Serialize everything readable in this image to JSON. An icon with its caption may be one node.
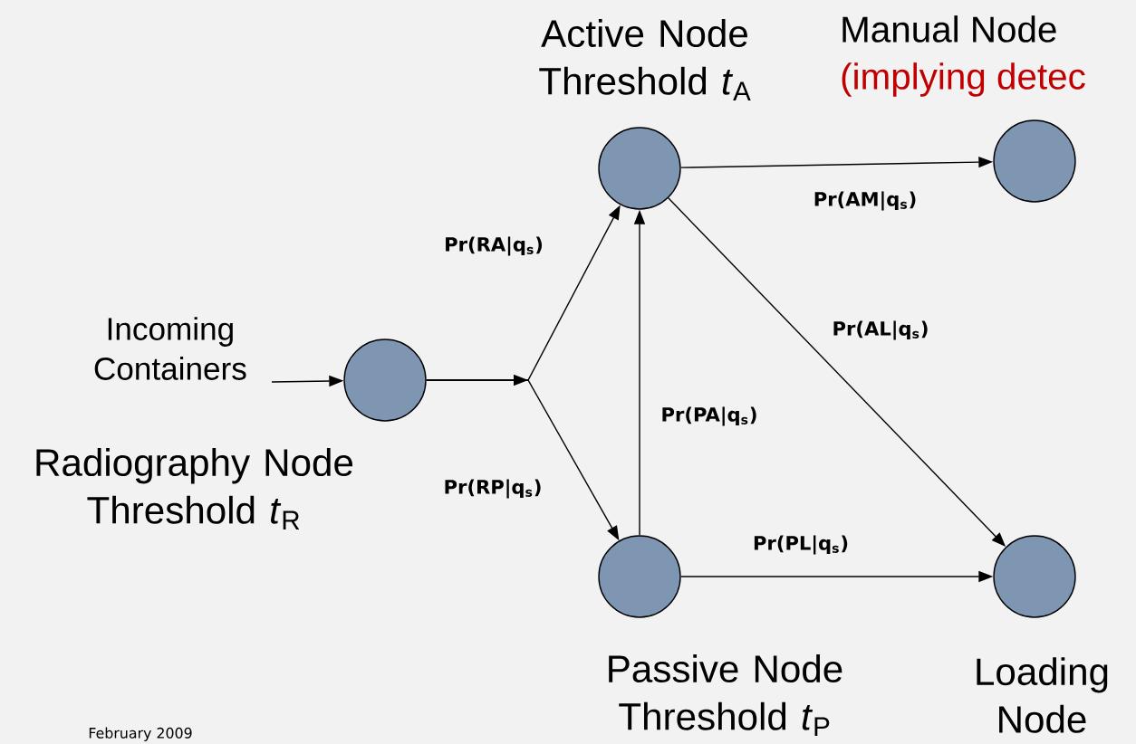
{
  "diagram": {
    "nodes": [
      {
        "text": [
          "Incoming Containers"
        ]
      },
      {
        "text": [],
        "shape": "circle",
        "beside": [
          "Radiography Node Threshold *t*$_{R}$"
        ]
      },
      {
        "text": [],
        "shape": "circle",
        "beside": [
          "Active Node Threshold *t*$_{A}$"
        ]
      },
      {
        "text": [],
        "shape": "circle",
        "beside": [
          "Manual Node",
          "(implying detec"
        ]
      },
      {
        "text": [],
        "shape": "circle",
        "beside": [
          "Passive Node Threshold *t*$_{P}$"
        ]
      },
      {
        "text": [],
        "shape": "circle",
        "beside": [
          "Loading Node"
        ]
      }
    ],
    "edges": [
      {
        "from": 0,
        "to": 1,
        "arrow": "to"
      },
      {
        "from": 1,
        "to": 2,
        "arrow": "to",
        "label": "Pr(RA|q$_{s}$)"
      },
      {
        "from": 1,
        "to": 4,
        "arrow": "to",
        "label": "Pr(RP|q$_{s}$)"
      },
      {
        "from": 2,
        "to": 3,
        "arrow": "to",
        "label": "Pr(AM|q$_{s}$)"
      },
      {
        "from": 2,
        "to": 5,
        "arrow": "to",
        "label": "Pr(AL|q$_{s}$)"
      },
      {
        "from": 4,
        "to": 2,
        "arrow": "to",
        "label": "Pr(PA|q$_{s}$)"
      },
      {
        "from": 4,
        "to": 5,
        "arrow": "to",
        "label": "Pr(PL|q$_{s}$)"
      }
    ],
    "labels": [
      "February 2009"
    ]
  }
}
